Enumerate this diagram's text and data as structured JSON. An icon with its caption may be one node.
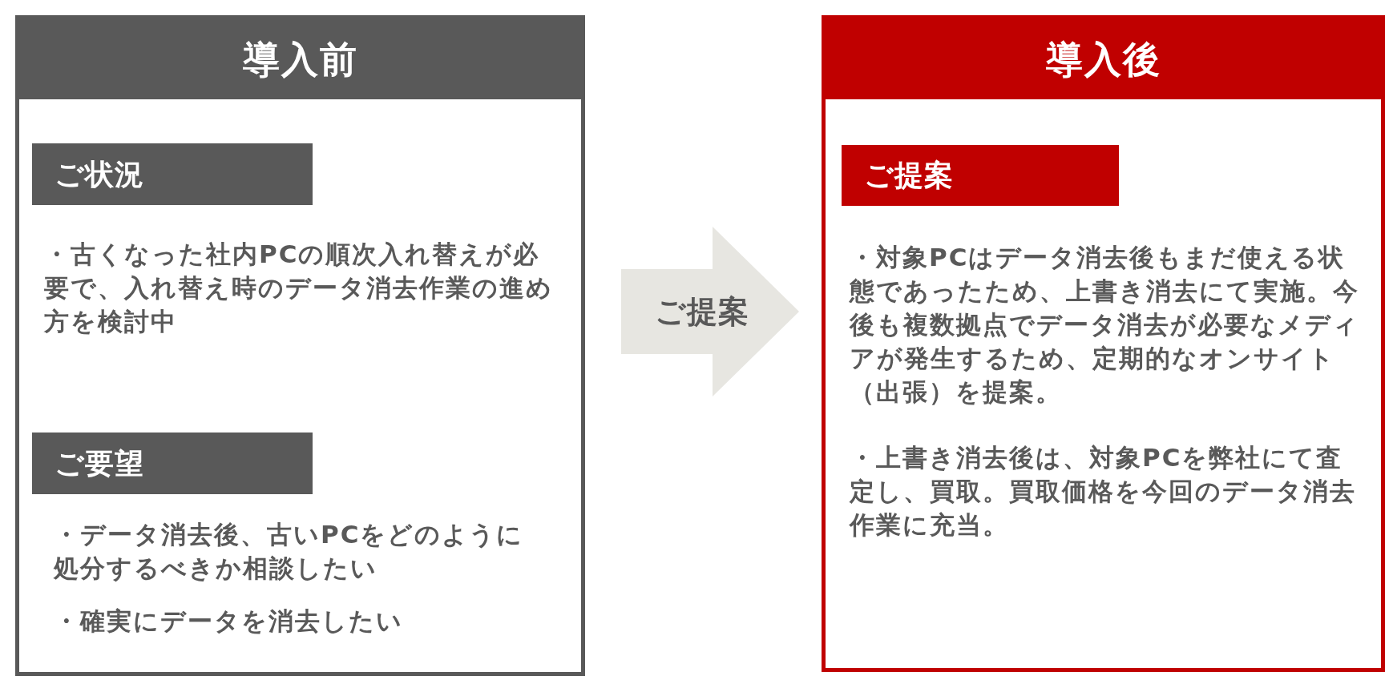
{
  "diagram": {
    "nodes": [
      {
        "text": [
          "導入前"
        ]
      },
      {
        "text": [
          "ご状況"
        ],
        "in": 0,
        "beside": [
          "・古くなった社内PCの順次入れ替えが必要で、入れ替え時のデータ消去作業の進め方を検討中"
        ]
      },
      {
        "text": [
          "ご要望"
        ],
        "in": 0,
        "beside": [
          "・データ消去後、古いPCをどのように処分するべきか相談したい",
          "・確実にデータを消去したい"
        ]
      },
      {
        "text": [
          "導入後"
        ]
      },
      {
        "text": [
          "ご提案"
        ],
        "in": 3,
        "beside": [
          "・対象PCはデータ消去後もまだ使える状態であったため、上書き消去にて実施。今後も複数拠点でデータ消去が必要なメディアが発生するため、定期的なオンサイト（出張）を提案。",
          "・上書き消去後は、対象PCを弊社にて査定し、買取。買取価格を今回のデータ消去作業に充当。"
        ]
      }
    ],
    "edges": [
      {
        "from": 0,
        "to": 3,
        "arrow": "to",
        "label": "ご提案",
        "style": "thick"
      }
    ]
  }
}
